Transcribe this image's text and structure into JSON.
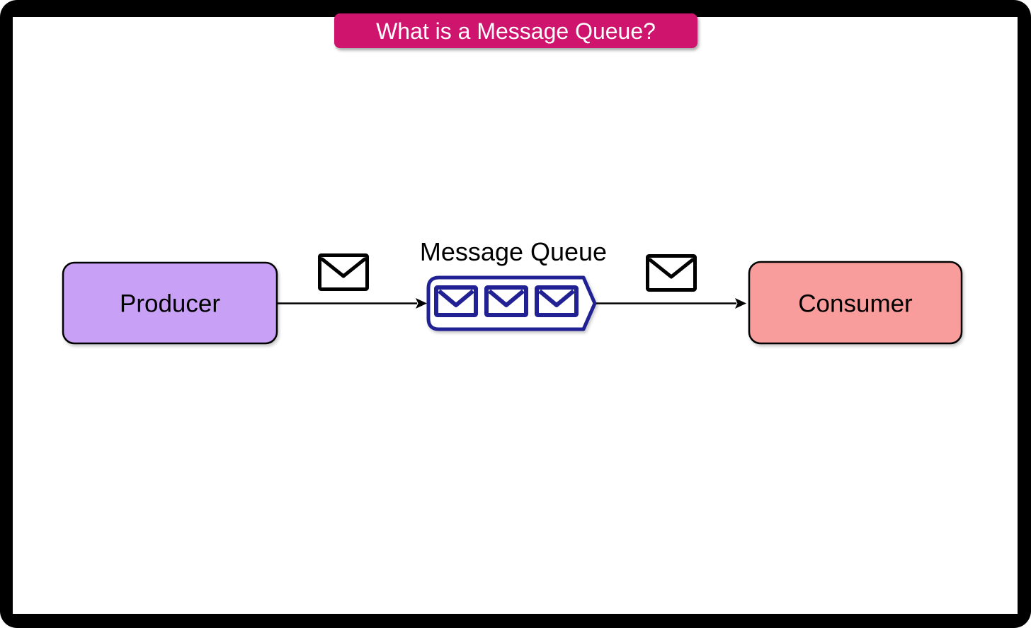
{
  "title_banner": {
    "label": "What is a Message Queue?",
    "bg_color": "#cf146e",
    "text_color": "#ffffff"
  },
  "diagram": {
    "producer": {
      "label": "Producer",
      "fill_color": "#c8a1f7",
      "border_color": "#000000"
    },
    "consumer": {
      "label": "Consumer",
      "fill_color": "#f89c9c",
      "border_color": "#000000"
    },
    "queue": {
      "label": "Message Queue",
      "stroke_color": "#212194",
      "fill_color": "#ffffff",
      "message_count": 3
    },
    "in_transit_message_icon": "envelope-icon",
    "connector_color": "#000000"
  },
  "colors": {
    "frame": "#000000",
    "canvas": "#ffffff"
  }
}
